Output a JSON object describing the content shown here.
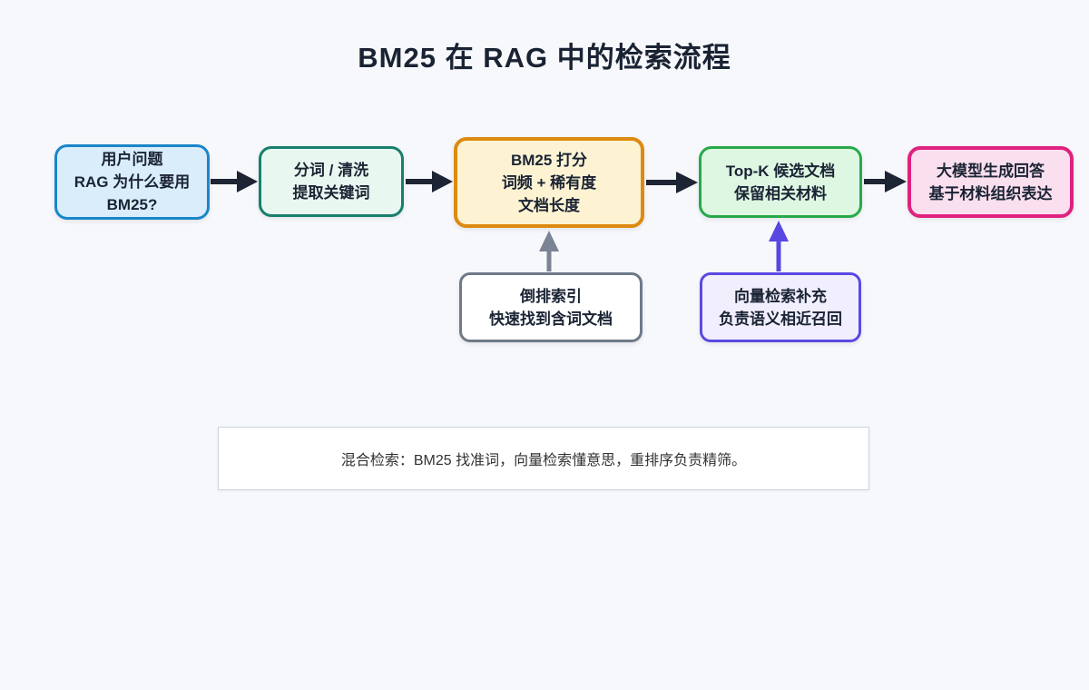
{
  "title": "BM25 在 RAG 中的检索流程",
  "flow": {
    "nodes": [
      {
        "id": "user-question",
        "lines": [
          "用户问题",
          "RAG 为什么要用",
          "BM25?"
        ]
      },
      {
        "id": "tokenize-clean",
        "lines": [
          "分词 / 清洗",
          "提取关键词"
        ]
      },
      {
        "id": "bm25-scoring",
        "lines": [
          "BM25 打分",
          "词频 + 稀有度",
          "文档长度"
        ]
      },
      {
        "id": "topk-candidates",
        "lines": [
          "Top-K 候选文档",
          "保留相关材料"
        ]
      },
      {
        "id": "llm-answer",
        "lines": [
          "大模型生成回答",
          "基于材料组织表达"
        ]
      }
    ],
    "support": [
      {
        "id": "inverted-index",
        "lines": [
          "倒排索引",
          "快速找到含词文档"
        ]
      },
      {
        "id": "vector-retrieval",
        "lines": [
          "向量检索补充",
          "负责语义相近召回"
        ]
      }
    ]
  },
  "note": {
    "text": "混合检索：BM25 找准词，向量检索懂意思，重排序负责精筛。"
  },
  "colors": {
    "background": "#f7f8fb",
    "title_text": "#1a2333",
    "box_text": "#1b2434",
    "arrow_dark": "#1d2433",
    "arrow_gray": "#7b8494",
    "arrow_purple": "#5847e1",
    "node_user_fill": "#d9edfb",
    "node_user_border": "#1a86c9",
    "node_tokenize_fill": "#e8f8f1",
    "node_tokenize_border": "#177f6d",
    "node_bm25_fill": "#fdf3d3",
    "node_bm25_border": "#dd8a10",
    "node_topk_fill": "#def7e2",
    "node_topk_border": "#27a94a",
    "node_llm_fill": "#fadfee",
    "node_llm_border": "#e0217f",
    "node_inverted_fill": "#ffffff",
    "node_inverted_border": "#6e7a89",
    "node_vector_fill": "#f1effe",
    "node_vector_border": "#5a49e2",
    "note_border": "#ccd4e1"
  }
}
